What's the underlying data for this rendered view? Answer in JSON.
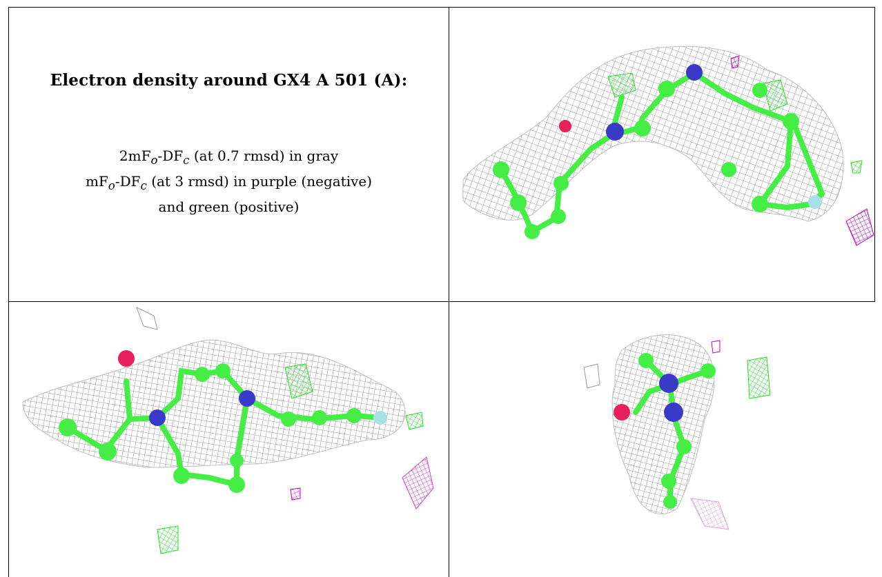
{
  "caption": {
    "title": "Electron density around GX4 A 501 (A):",
    "line1": {
      "prefix": "2mF",
      "sub1": "o",
      "mid": "-DF",
      "sub2": "c",
      "suffix": " (at 0.7 rmsd) in gray"
    },
    "line2": {
      "prefix": "mF",
      "sub1": "o",
      "mid": "-DF",
      "sub2": "c",
      "suffix": " (at 3 rmsd) in purple (negative)"
    },
    "line3": "and green (positive)"
  },
  "colors": {
    "mesh_2fofc": "#9a9a9a",
    "mesh_negative": "#c000c0",
    "mesh_positive": "#22dd22",
    "carbon": "#44ee44",
    "nitrogen": "#3a3ac8",
    "oxygen": "#e8205a",
    "fluorine": "#a8e0e8"
  },
  "panels": [
    {
      "name": "view-1",
      "icon": "density-view-icon"
    },
    {
      "name": "view-2",
      "icon": "density-view-icon"
    },
    {
      "name": "view-3",
      "icon": "density-view-icon"
    }
  ]
}
